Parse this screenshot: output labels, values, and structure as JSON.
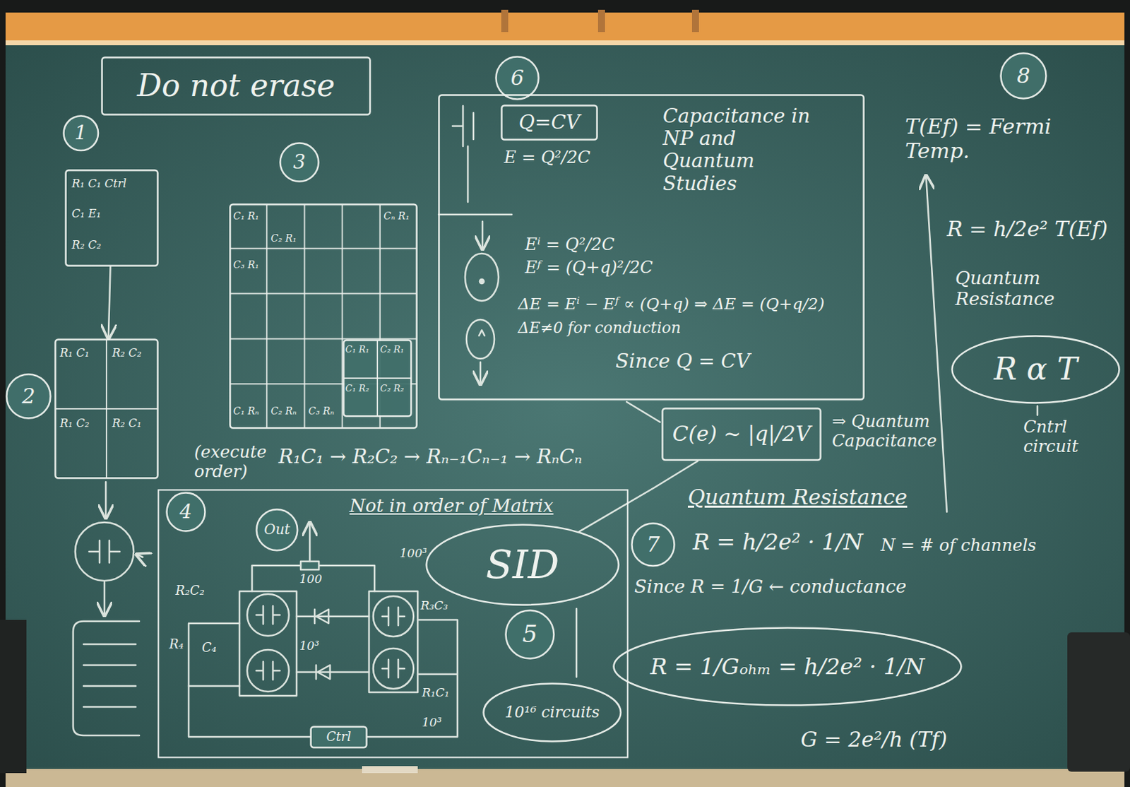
{
  "diagram": {
    "nodes": [
      {
        "text": [
          "Do not erase"
        ]
      },
      {
        "text": [
          "1"
        ]
      },
      {
        "text": [
          "R₁ C₁ Ctrl",
          "C₁ E₁",
          "R₂ C₂"
        ]
      },
      {
        "text": [
          "R₁ C₁",
          "R₂ C₂",
          "R₁ C₂",
          "R₂ C₁"
        ]
      },
      {
        "text": [
          "2"
        ]
      },
      {
        "text": [
          "3"
        ]
      },
      {
        "text": [
          "C₁ R₁",
          "C₂ R₁",
          "C₃ R₁",
          "Cₙ R₁",
          "C₁ Rₙ",
          "C₂ Rₙ",
          "C₃ Rₙ"
        ]
      },
      {
        "text": [
          "C₁ R₁",
          "C₂ R₁",
          "C₁ R₂",
          "C₂ R₂"
        ],
        "in": 6
      },
      {
        "text": [
          "6"
        ]
      },
      {
        "text": [
          "Capacitance in NP and Quantum Studies",
          "E = Q²/2C",
          "Eⁱ = Q²/2C",
          "Eᶠ = (Q+q)²/2C",
          "ΔE = Eⁱ − Eᶠ ∝ (Q+q) ⇒ ΔE = (Q+q/2)",
          "ΔE≠0 for conduction",
          "Since Q = CV"
        ]
      },
      {
        "text": [
          "Q=CV"
        ],
        "in": 9
      },
      {
        "text": [
          "C(e) ~ |q|/2V"
        ]
      },
      {
        "text": [
          "8"
        ]
      },
      {
        "text": [
          "R α T"
        ]
      },
      {
        "text": [
          "Not in order of Matrix"
        ]
      },
      {
        "text": [
          "4"
        ],
        "in": 14
      },
      {
        "text": [
          "Out"
        ],
        "in": 14
      },
      {
        "text": [
          "SID"
        ],
        "in": 14
      },
      {
        "text": [
          "5"
        ],
        "in": 14
      },
      {
        "text": [
          "10¹⁶ circuits"
        ],
        "in": 14
      },
      {
        "text": [
          "Ctrl"
        ],
        "in": 14
      },
      {
        "text": [
          "7"
        ]
      },
      {
        "text": [
          "R = 1/Gₒₕₘ = h/2e² · 1/N"
        ]
      }
    ],
    "edges": [
      {
        "from": 2,
        "to": 3,
        "arrow": "to"
      },
      {
        "from": 11,
        "to": 17,
        "arrow": "none"
      }
    ],
    "labels": [
      "(execute order)",
      "R₁C₁ → R₂C₂ → Rₙ₋₁Cₙ₋₁ → RₙCₙ",
      "⇒ Quantum Capacitance",
      "T(Ef) = Fermi Temp.",
      "R = h/2e² T(Ef)",
      "Quantum Resistance",
      "Cntrl circuit",
      "Quantum Resistance",
      "R = h/2e² · 1/N",
      "N = # of channels",
      "Since R = 1/G ← conductance",
      "G = 2e²/h (Tf)",
      "R₂C₂",
      "R₄",
      "C₄",
      "100³",
      "100",
      "10³",
      "10³",
      "R₃C₃",
      "R₁C₁"
    ]
  }
}
